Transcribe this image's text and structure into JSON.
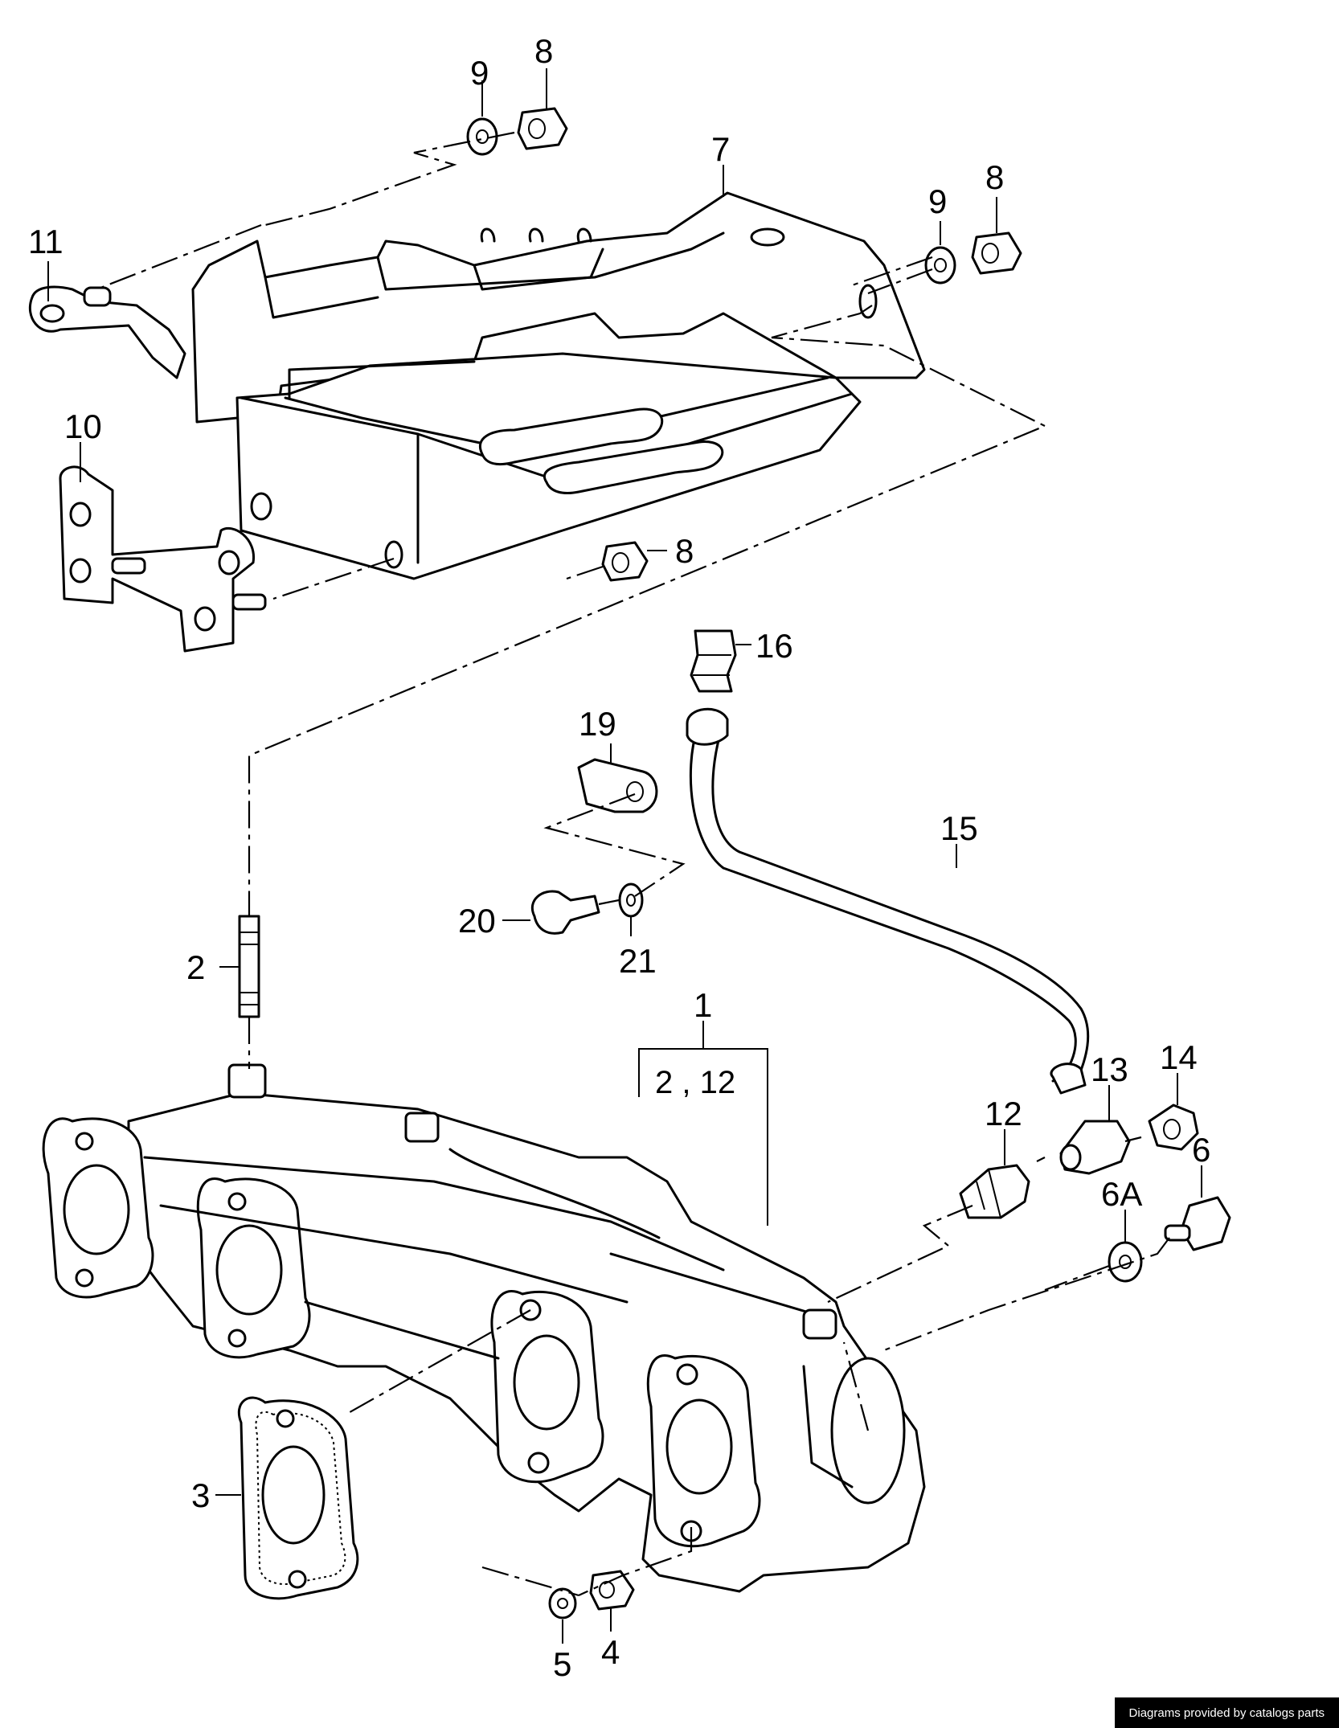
{
  "diagram": {
    "callouts": [
      "1",
      "2",
      "3",
      "4",
      "5",
      "6",
      "6A",
      "7",
      "8",
      "9",
      "10",
      "11",
      "12",
      "13",
      "14",
      "15",
      "16",
      "19",
      "20",
      "21"
    ],
    "bracket_note": "2 , 12"
  },
  "footer": {
    "credit": "Diagrams provided by catalogs parts"
  }
}
